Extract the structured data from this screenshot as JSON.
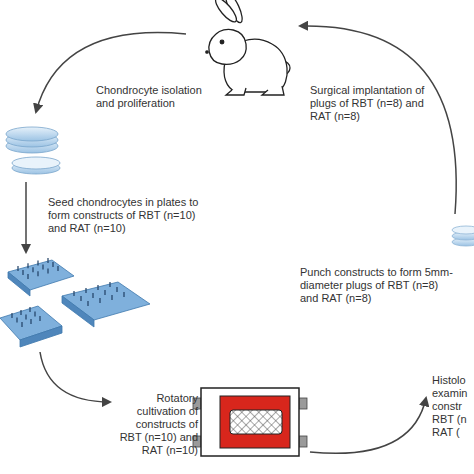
{
  "diagram": {
    "labels": [
      "Chondrocyte isolation and proliferation",
      "Seed chondrocytes in plates to form constructs of RBT (n=10) and RAT (n=10)",
      "Rotatory cultivation of constructs of RBT (n=10) and RAT (n=10)",
      "Histolo examin constr RBT (n RAT (",
      "Punch constructs to form 5mm-diameter plugs of RBT (n=8) and RAT (n=8)",
      "Surgical implantation of plugs of RBT (n=8) and RAT (n=8)"
    ]
  }
}
